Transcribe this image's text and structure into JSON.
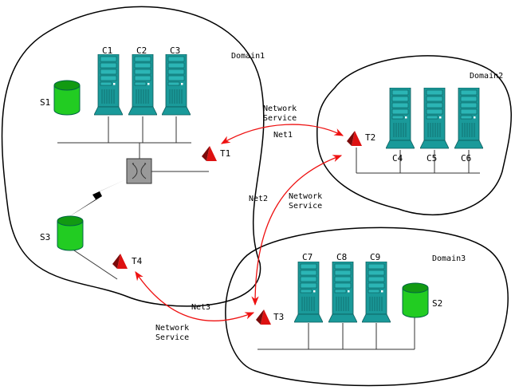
{
  "domains": [
    {
      "label": "Domain1"
    },
    {
      "label": "Domain2"
    },
    {
      "label": "Domain3"
    }
  ],
  "servers": [
    "C1",
    "C2",
    "C3",
    "C4",
    "C5",
    "C6",
    "C7",
    "C8",
    "C9"
  ],
  "storage": [
    "S1",
    "S2",
    "S3"
  ],
  "terminals": [
    "T1",
    "T2",
    "T3",
    "T4"
  ],
  "networks": [
    {
      "label": "Net1",
      "service_line1": "Network",
      "service_line2": "Service"
    },
    {
      "label": "Net2",
      "service_line1": "Network",
      "service_line2": "Service"
    },
    {
      "label": "Net3",
      "service_line1": "Network",
      "service_line2": "Service"
    }
  ],
  "colors": {
    "server": "#1a9a9a",
    "storage": "#22cc22",
    "terminal": "#cc1111",
    "network": "#ee1111"
  }
}
